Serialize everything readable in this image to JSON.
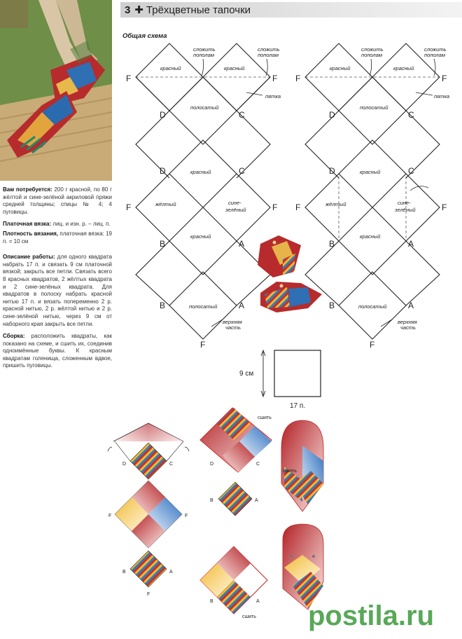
{
  "header": {
    "number": "3",
    "title": "Трёхцветные тапочки"
  },
  "diagram_heading": "Общая схема",
  "text": {
    "materials_label": "Вам потребуется:",
    "materials": "200 г красной, по 80 г жёлтой и сине-зелёной акриловой пряжи средней толщины; спицы № 4; 4 пуговицы.",
    "stitch_label": "Платочная вязка:",
    "stitch": "лиц. и изн. р. – лиц. п.",
    "gauge_label": "Плотность вязания,",
    "gauge": "платочная вязка: 19 п. = 10 см",
    "description_label": "Описание работы:",
    "description": "для одного квадрата набрать 17 п. и связать 9 см платочной вязкой; закрыть все петли. Связать всего 8 красных квадратов, 2 жёлтых квадрата и 2 сине-зелёных квадрата. Для квадратов в полоску набрать красной нитью 17 п. и вязать попеременно 2 р. красной нитью, 2 р. жёлтой нитью и 2 р. сине-зелёной нитью, через 9 см от наборного края закрыть все петли.",
    "assembly_label": "Сборка:",
    "assembly": "расположить квадраты, как показано на схеме, и сшить их, соединив одноимённые буквы. К красным квадратам голенища, сложенным вдвое, пришить пуговицы."
  },
  "labels": {
    "fold1": "сложить",
    "fold2": "пополам",
    "red": "красный",
    "striped": "полосатый",
    "yellow": "жёлтый",
    "bluegreen1": "сине-",
    "bluegreen2": "зелёный",
    "heel": "пятка",
    "top1": "верхняя",
    "top2": "часть",
    "stitch": "сшить",
    "F": "F",
    "D": "D",
    "C": "C",
    "B": "B",
    "A": "A",
    "dim_height": "9 см",
    "dim_width": "17 п."
  },
  "watermark": "postila.ru",
  "colors": {
    "red": "#b8232a",
    "yellow": "#f2c240",
    "blue": "#2f6fb3",
    "green": "#1c8a6a",
    "watermark_green": "#3c9a3c"
  }
}
